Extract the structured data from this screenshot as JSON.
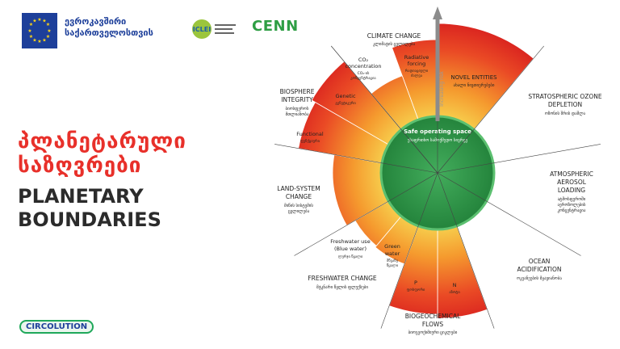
{
  "header": {
    "eu_text_line1": "ევროკავშირი",
    "eu_text_line2": "საქართველოსთვის",
    "iclei_logo_text": "ICLEI",
    "cenn_logo_text": "CENN"
  },
  "title": {
    "ka_line1": "პლანეტარული",
    "ka_line2": "საზღვრები",
    "en_line1": "PLANETARY",
    "en_line2": "BOUNDARIES"
  },
  "footer": {
    "circolution_logo_text": "CIRCOLUTION"
  },
  "diagram": {
    "center_label_en": "Safe operating space",
    "center_label_ka": "უსაფრთხო სამოქმედო სივრცე",
    "axis_label": "Increasing risk",
    "categories": {
      "climate_change": {
        "en": "CLIMATE CHANGE",
        "ka": "კლიმატის ცვლილება"
      },
      "novel_entities": {
        "en": "NOVEL ENTITIES",
        "ka": "ახალი ნივთიერებები"
      },
      "ozone": {
        "en_1": "STRATOSPHERIC OZONE",
        "en_2": "DEPLETION",
        "ka": "ოზონის შრის დაშლა"
      },
      "aerosol": {
        "en_1": "ATMOSPHERIC",
        "en_2": "AEROSOL",
        "en_3": "LOADING",
        "ka_1": "ატმოსფეროში",
        "ka_2": "აეროზოლების",
        "ka_3": "კონცენტრაცია"
      },
      "ocean": {
        "en_1": "OCEAN",
        "en_2": "ACIDIFICATION",
        "ka": "ოკეანეების მჟავიანობა"
      },
      "biogeochemical": {
        "en_1": "BIOGEOCHEMICAL",
        "en_2": "FLOWS",
        "ka": "ბიოგეოქიმიური ციკლები"
      },
      "freshwater": {
        "en": "FRESHWATER CHANGE",
        "ka": "მტკნარი წყლის ფლუქსები"
      },
      "land": {
        "en_1": "LAND-SYSTEM",
        "en_2": "CHANGE",
        "ka_1": "მიწის სისტემის",
        "ka_2": "ცვლილება"
      },
      "biosphere": {
        "en_1": "BIOSPHERE",
        "en_2": "INTEGRITY",
        "ka_1": "ბიოსფეროს",
        "ka_2": "მთლიანობა"
      }
    },
    "segments": {
      "co2": {
        "en_1": "CO₂",
        "en_2": "concentration",
        "ka_1": "CO₂-ის",
        "ka_2": "კონცენტრაცია"
      },
      "radiative": {
        "en_1": "Radiative",
        "en_2": "forcing",
        "ka_1": "რადიაციული",
        "ka_2": "ძალვა"
      },
      "genetic": {
        "en": "Genetic",
        "ka": "გენეტიკური"
      },
      "functional": {
        "en": "Functional",
        "ka": "ფუნქციური"
      },
      "blue_water": {
        "en_1": "Freshwater use",
        "en_2": "(Blue water)",
        "ka": "ლურჯი წყალი"
      },
      "green_water": {
        "en_1": "Green",
        "en_2": "water",
        "ka_1": "მწვანე",
        "ka_2": "წყალი"
      },
      "p": {
        "en": "P",
        "ka": "ფოსფორი"
      },
      "n": {
        "en": "N",
        "ka": "აზოტი"
      }
    },
    "colors": {
      "safe": "#2f9a4a",
      "zone_yellow": "#f6c24a",
      "zone_red": "#e52d24",
      "gray": "#8c8c8c"
    }
  }
}
